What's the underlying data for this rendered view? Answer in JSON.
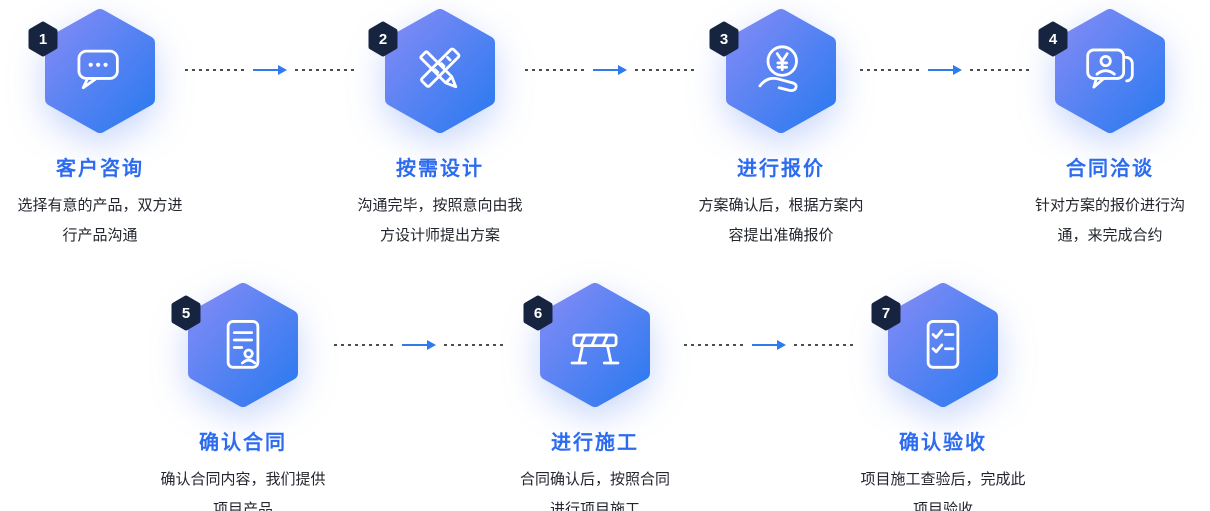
{
  "diagram": {
    "kind": "process-flow",
    "colors": {
      "hex_gradient_start": "#828bf5",
      "hex_gradient_end": "#2b7af0",
      "badge_navy": "#17243f",
      "title_blue": "#2d6cf0",
      "desc_dark": "#23262e",
      "connector_dash": "#4d4d4d",
      "connector_arrow": "#2e7bf0"
    },
    "steps": [
      {
        "number": "1",
        "title": "客户咨询",
        "desc": "选择有意的产品，双方进\n行产品沟通",
        "icon": "chat-bubble-icon"
      },
      {
        "number": "2",
        "title": "按需设计",
        "desc": "沟通完毕，按照意向由我\n方设计师提出方案",
        "icon": "pencil-ruler-icon"
      },
      {
        "number": "3",
        "title": "进行报价",
        "desc": "方案确认后，根据方案内\n容提出准确报价",
        "icon": "yuan-hand-icon"
      },
      {
        "number": "4",
        "title": "合同洽谈",
        "desc": "针对方案的报价进行沟\n通，来完成合约",
        "icon": "person-chat-icon"
      },
      {
        "number": "5",
        "title": "确认合同",
        "desc": "确认合同内容，我们提供\n项目产品",
        "icon": "contract-document-icon"
      },
      {
        "number": "6",
        "title": "进行施工",
        "desc": "合同确认后，按照合同\n进行项目施工",
        "icon": "construction-barrier-icon"
      },
      {
        "number": "7",
        "title": "确认验收",
        "desc": "项目施工查验后，完成此\n项目验收",
        "icon": "checklist-icon"
      }
    ]
  }
}
